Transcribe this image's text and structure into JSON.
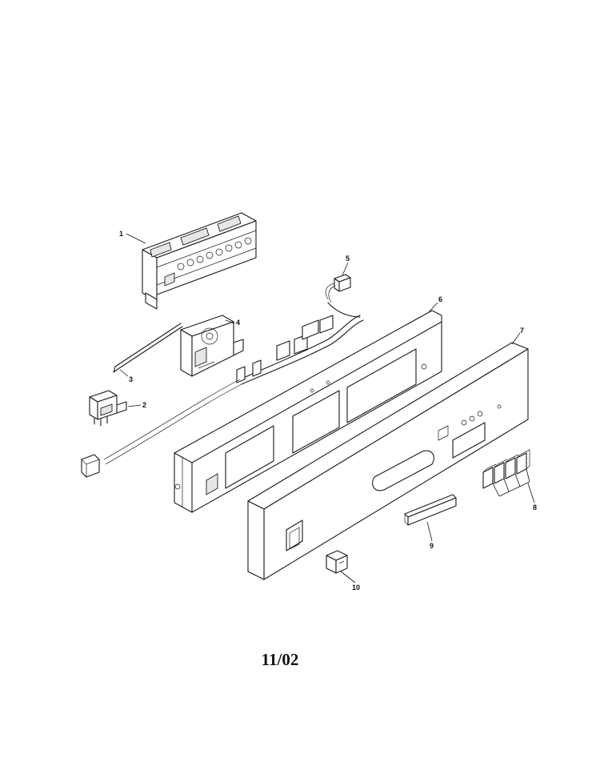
{
  "diagram": {
    "callouts": {
      "c1": "1",
      "c2": "2",
      "c3": "3",
      "c4": "4",
      "c5": "5",
      "c6": "6",
      "c7": "7",
      "c8": "8",
      "c9": "9",
      "c10": "10"
    },
    "footer_code": "11/02"
  }
}
